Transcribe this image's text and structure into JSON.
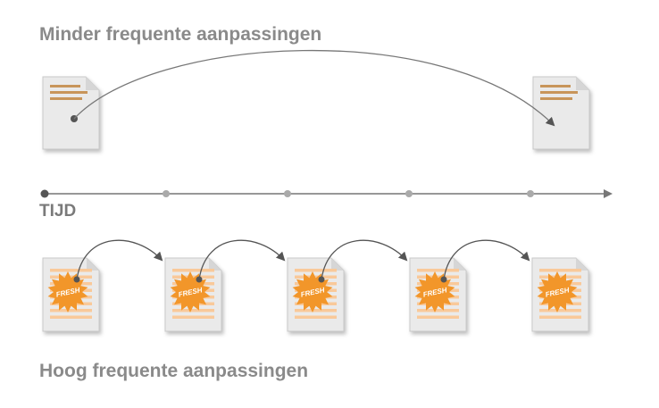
{
  "top_title": "Minder frequente aanpassingen",
  "axis_label": "TIJD",
  "bottom_title": "Hoog frequente aanpassingen",
  "badge_text": "FRESH",
  "colors": {
    "text": "#8a8a8a",
    "doc_fill": "#eaeaea",
    "doc_lines_top": "#c8955a",
    "doc_lines_fresh": "#f9c99a",
    "fresh_badge": "#f2962a",
    "arrow": "#555555",
    "timeline": "#777777",
    "tick": "#aaaaaa"
  }
}
